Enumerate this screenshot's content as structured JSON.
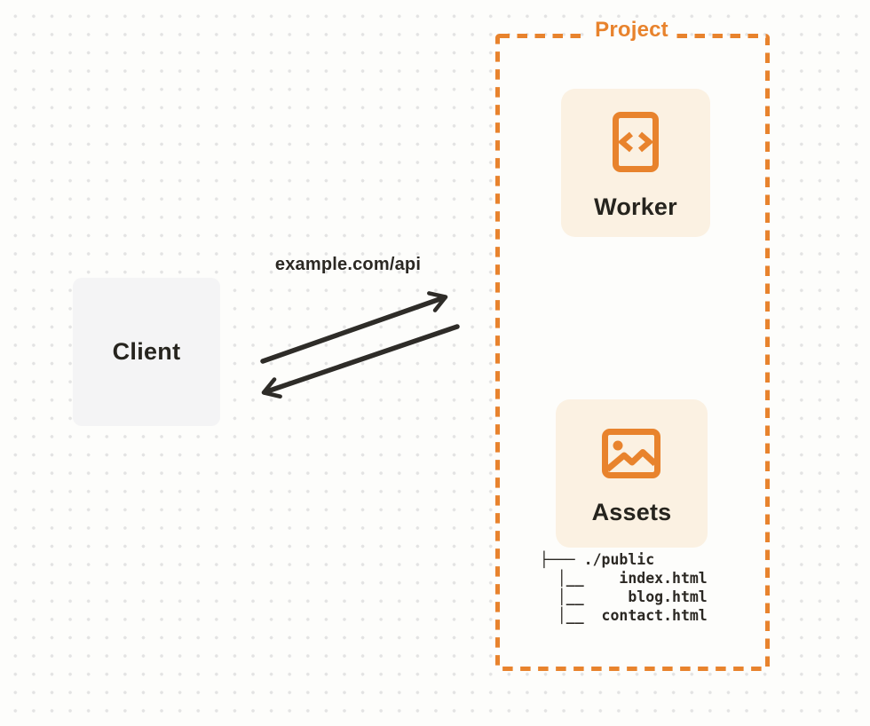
{
  "colors": {
    "accent_orange": "#e8832d",
    "card_background": "#fbf1e2",
    "client_background": "#f4f4f5",
    "ink": "#2b2823"
  },
  "client": {
    "label": "Client"
  },
  "request": {
    "label": "example.com/api"
  },
  "project": {
    "label": "Project",
    "worker": {
      "label": "Worker"
    },
    "assets": {
      "label": "Assets"
    },
    "file_tree": {
      "root": "./public",
      "files": [
        "index.html",
        "blog.html",
        "contact.html"
      ],
      "lines": [
        "├─── ./public",
        "  │__    index.html",
        "  │__     blog.html",
        "  │__  contact.html"
      ]
    }
  }
}
